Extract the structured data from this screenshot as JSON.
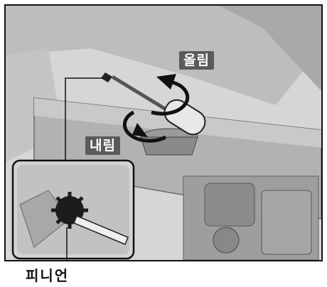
{
  "labels": {
    "raise": "올림",
    "lower": "내림",
    "pinion": "피니언"
  }
}
